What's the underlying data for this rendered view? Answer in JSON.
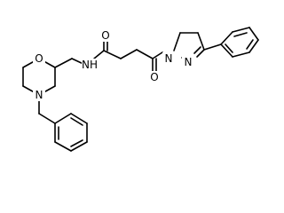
{
  "diagram": {
    "type": "chemical-structure",
    "atom_labels": [
      {
        "id": "O_morpholine",
        "text": "O"
      },
      {
        "id": "N_morpholine",
        "text": "N"
      },
      {
        "id": "N_amide",
        "text": "NH"
      },
      {
        "id": "O_amide",
        "text": "O"
      },
      {
        "id": "O_ketone",
        "text": "O"
      },
      {
        "id": "N1_pyrazoline",
        "text": "N"
      },
      {
        "id": "N2_pyrazoline",
        "text": "N"
      }
    ]
  },
  "colors": {
    "bond": "#000000",
    "background": "#ffffff"
  }
}
